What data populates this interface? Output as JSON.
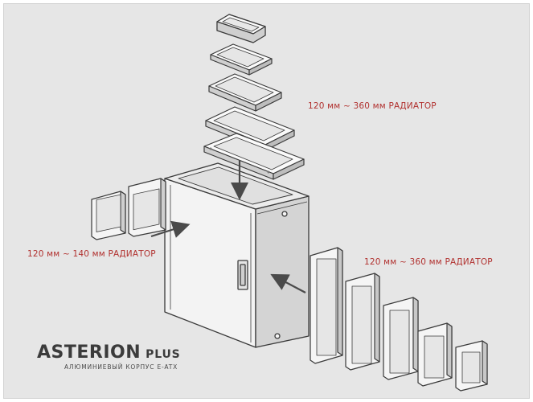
{
  "colors": {
    "background": "#e6e6e6",
    "label_red": "#b1312f",
    "outline": "#3a3a3a",
    "arrow": "#4a4a4a"
  },
  "labels": {
    "top_radiator": "120 мм ~ 360 мм РАДИАТОР",
    "side_radiator": "120 мм ~ 140 мм РАДИАТОР",
    "front_radiator": "120 мм ~ 360 мм РАДИАТОР"
  },
  "brand": {
    "name": "ASTERION",
    "suffix": "PLUS",
    "subtitle": "АЛЮМИНИЕВЫЙ КОРПУС E-ATX"
  },
  "icons": {
    "top": "top-radiator-stack-icon",
    "side": "side-radiator-pair-icon",
    "front": "front-radiator-row-icon",
    "case": "pc-case-icon"
  }
}
